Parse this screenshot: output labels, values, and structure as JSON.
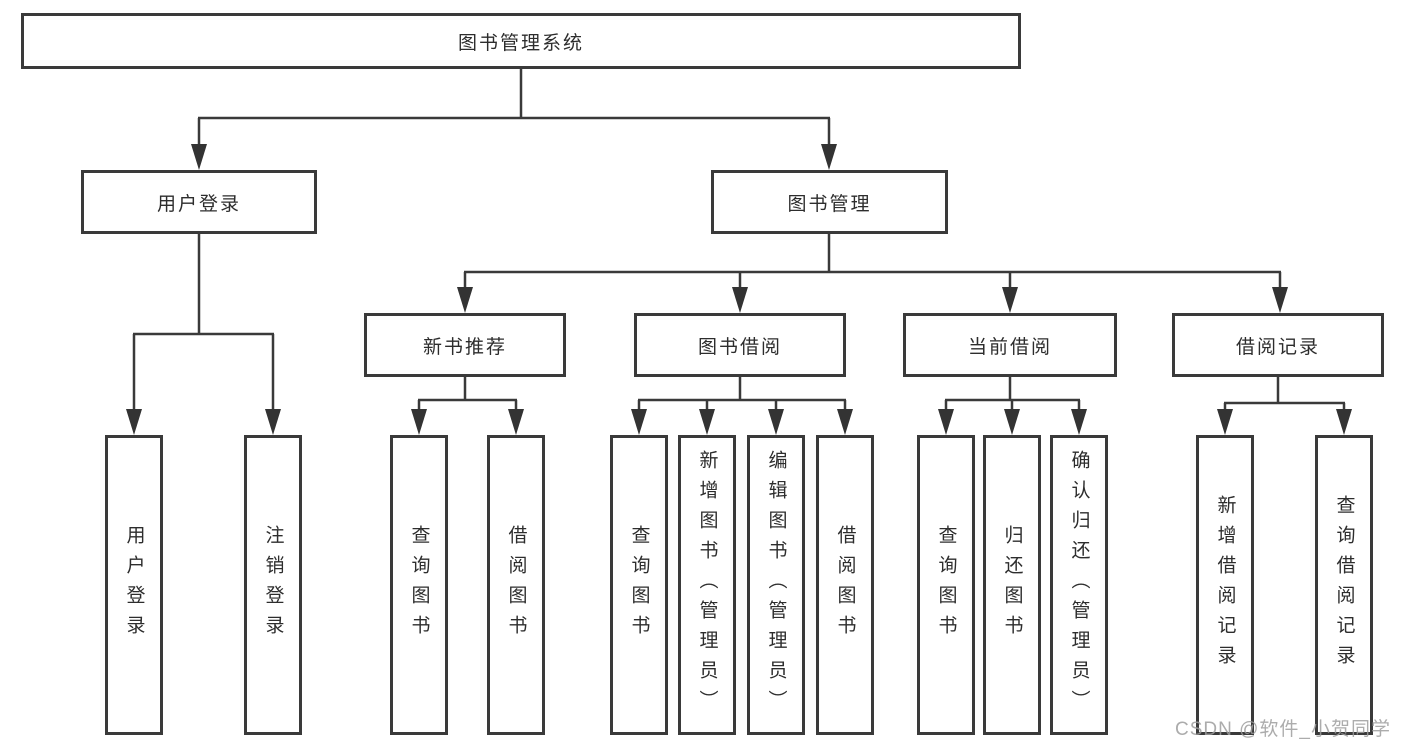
{
  "diagram": {
    "root": {
      "label": "图书管理系统",
      "children": [
        {
          "label": "用户登录",
          "children": [
            {
              "label": "用户登录"
            },
            {
              "label": "注销登录"
            }
          ]
        },
        {
          "label": "图书管理",
          "children": [
            {
              "label": "新书推荐",
              "children": [
                {
                  "label": "查询图书"
                },
                {
                  "label": "借阅图书"
                }
              ]
            },
            {
              "label": "图书借阅",
              "children": [
                {
                  "label": "查询图书"
                },
                {
                  "label": "新增图书（管理员）"
                },
                {
                  "label": "编辑图书（管理员）"
                },
                {
                  "label": "借阅图书"
                }
              ]
            },
            {
              "label": "当前借阅",
              "children": [
                {
                  "label": "查询图书"
                },
                {
                  "label": "归还图书"
                },
                {
                  "label": "确认归还（管理员）"
                }
              ]
            },
            {
              "label": "借阅记录",
              "children": [
                {
                  "label": "新增借阅记录"
                },
                {
                  "label": "查询借阅记录"
                }
              ]
            }
          ]
        }
      ]
    }
  },
  "watermark": {
    "text": "CSDN @软件_小贺同学"
  },
  "colors": {
    "line": "#3a3a3a",
    "text": "#2d2d2d",
    "box_background": "#ffffff",
    "watermark": "#9e9e9e"
  }
}
